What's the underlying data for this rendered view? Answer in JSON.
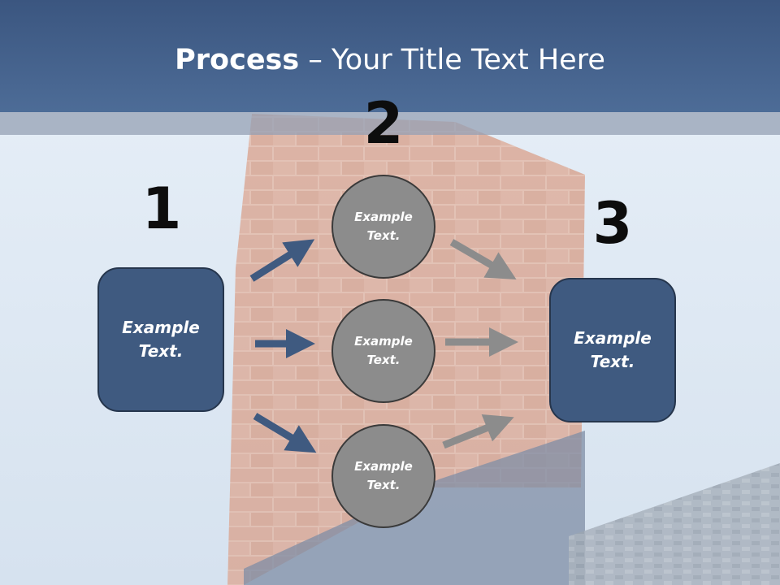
{
  "slide": {
    "title_bold": "Process",
    "title_rest": " – Your Title Text Here"
  },
  "steps": {
    "one": "1",
    "two": "2",
    "three": "3"
  },
  "left_box": {
    "text": "Example Text."
  },
  "right_box": {
    "text": "Example Text."
  },
  "circles": [
    {
      "text": "Example Text."
    },
    {
      "text": "Example Text."
    },
    {
      "text": "Example Text."
    }
  ],
  "colors": {
    "title_bar": "#3b5680",
    "box_fill": "#3f5a80",
    "circle_fill": "#8c8c8c",
    "arrow_blue": "#3f5a80",
    "arrow_gray": "#8c8c8c"
  }
}
